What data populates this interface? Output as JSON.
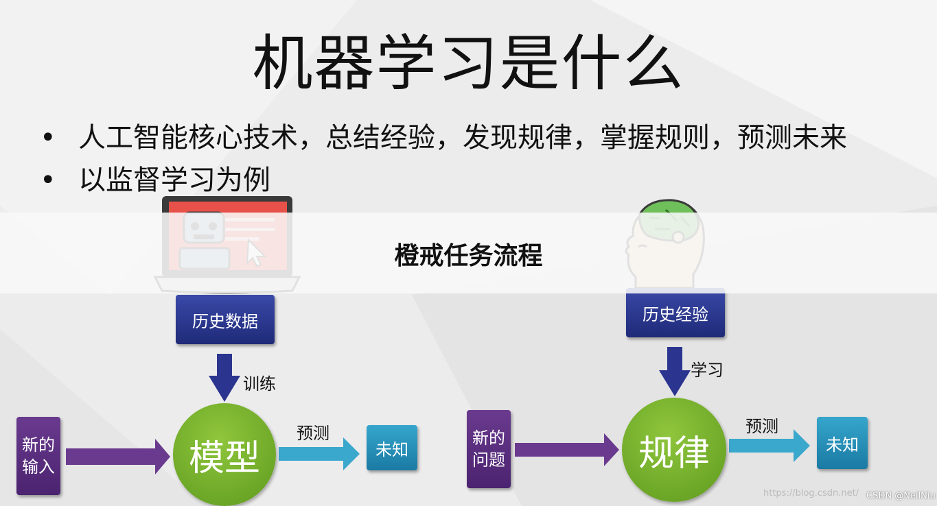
{
  "slide": {
    "title": "机器学习是什么",
    "bullets": [
      "人工智能核心技术，总结经验，发现规律，掌握规则，预测未来",
      "以监督学习为例"
    ]
  },
  "banner": {
    "text": "橙戒任务流程"
  },
  "left_flow": {
    "source_box": "历史数据",
    "train_label": "训练",
    "input_box": "新的\n输入",
    "center_circle": "模型",
    "predict_label": "预测",
    "output_box": "未知"
  },
  "right_flow": {
    "source_box": "历史经验",
    "learn_label": "学习",
    "input_box": "新的\n问题",
    "center_circle": "规律",
    "predict_label": "预测",
    "output_box": "未知"
  },
  "watermark": {
    "url": "https://blog.csdn.net/",
    "author": "CSDN @NeilNiu"
  },
  "colors": {
    "navy_box": "#2a3590",
    "purple_box": "#5a2d80",
    "teal_box": "#2a90b8",
    "green_circle": "#76b02e",
    "arrow_navy": "#2b3590",
    "arrow_purple": "#6a3a8e",
    "arrow_teal": "#3aa7cc"
  }
}
